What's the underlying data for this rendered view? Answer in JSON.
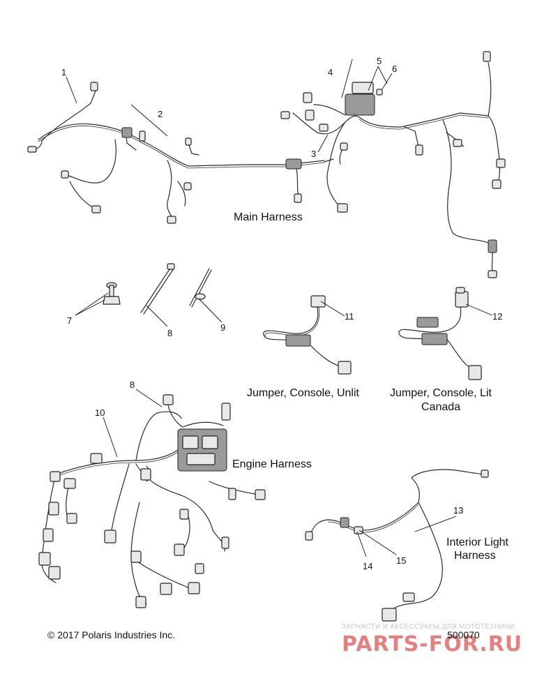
{
  "callouts": {
    "c1": "1",
    "c2": "2",
    "c3": "3",
    "c4": "4",
    "c5": "5",
    "c6": "6",
    "c7": "7",
    "c8a": "8",
    "c8b": "8",
    "c9": "9",
    "c10": "10",
    "c11": "11",
    "c12": "12",
    "c13": "13",
    "c14": "14",
    "c15": "15"
  },
  "labels": {
    "main_harness": "Main Harness",
    "engine_harness": "Engine Harness",
    "jumper_unlit": "Jumper, Console, Unlit",
    "jumper_lit_line1": "Jumper, Console, Lit",
    "jumper_lit_line2": "Canada",
    "interior_line1": "Interior Light",
    "interior_line2": "Harness"
  },
  "footer": {
    "copyright": "© 2017 Polaris Industries Inc.",
    "figure_number": "500070"
  },
  "watermark": {
    "caption": "ЗАПЧАСТИ И АКСЕССУАРЫ ДЛЯ МОТОТЕХНИКИ",
    "logo": "PARTS-FOR.RU"
  }
}
